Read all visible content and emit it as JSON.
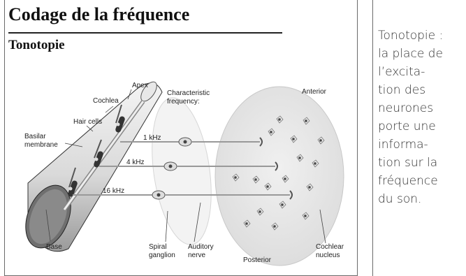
{
  "slide": {
    "title": "Codage de la fréquence",
    "subtitle": "Tonotopie"
  },
  "diagram": {
    "labels": {
      "apex": "Apex",
      "cochlea": "Cochlea",
      "hair_cells": "Hair cells",
      "basilar_1": "Basilar",
      "basilar_2": "membrane",
      "char_freq_1": "Characteristic",
      "char_freq_2": "frequency:",
      "anterior": "Anterior",
      "f1": "1 kHz",
      "f4": "4 kHz",
      "f16": "16 kHz",
      "base": "Base",
      "spiral_1": "Spiral",
      "spiral_2": "ganglion",
      "auditory_1": "Auditory",
      "auditory_2": "nerve",
      "posterior": "Posterior",
      "cochlear_1": "Cochlear",
      "cochlear_2": "nucleus"
    }
  },
  "caption": {
    "lines": [
      "Tonotopie :",
      "la place de",
      "l’excita-",
      "tion des",
      "neurones",
      "porte une",
      "informa-",
      "tion sur la",
      "fréquence",
      "du son."
    ]
  }
}
